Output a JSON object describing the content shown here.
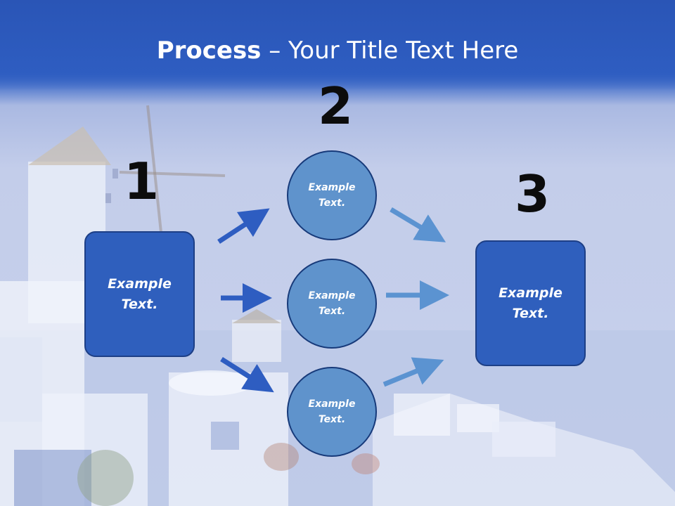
{
  "slide": {
    "title_bold": "Process",
    "title_rest": " – Your Title Text Here"
  },
  "steps": {
    "n1": "1",
    "n2": "2",
    "n3": "3"
  },
  "nodes": {
    "left_box": "Example Text.",
    "right_box": "Example Text.",
    "circle_top": "Example Text.",
    "circle_middle": "Example Text.",
    "circle_bottom": "Example Text."
  },
  "colors": {
    "header": "#2e5dc1",
    "box_fill": "#2f5fbd",
    "circle_fill": "#5f93cc",
    "arrow_dark": "#2e5dc1",
    "arrow_light": "#5b93d1"
  }
}
